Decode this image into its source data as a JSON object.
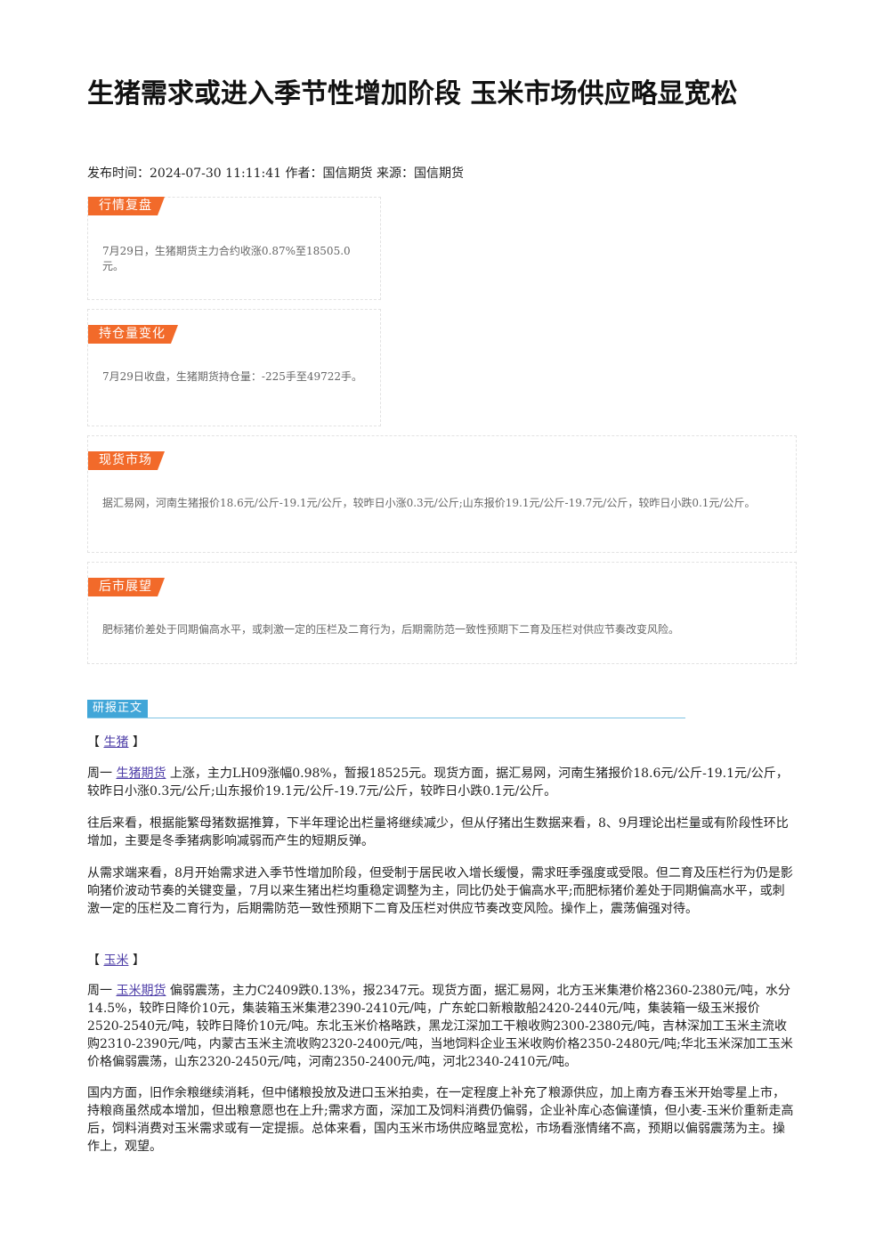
{
  "article": {
    "title": "生猪需求或进入季节性增加阶段 玉米市场供应略显宽松",
    "meta": "发布时间：2024-07-30 11:11:41 作者：国信期货 来源：国信期货"
  },
  "summary_boxes": [
    {
      "tag": "行情复盘",
      "text": "7月29日，生猪期货主力合约收涨0.87%至18505.0元。"
    },
    {
      "tag": "持仓量变化",
      "text": "7月29日收盘，生猪期货持仓量：-225手至49722手。"
    },
    {
      "tag": "现货市场",
      "text": "据汇易网，河南生猪报价18.6元/公斤-19.1元/公斤，较昨日小涨0.3元/公斤;山东报价19.1元/公斤-19.7元/公斤，较昨日小跌0.1元/公斤。"
    },
    {
      "tag": "后市展望",
      "text": "肥标猪价差处于同期偏高水平，或刺激一定的压栏及二育行为，后期需防范一致性预期下二育及压栏对供应节奏改变风险。"
    }
  ],
  "body": {
    "tag": "研报正文",
    "pig": {
      "bracket_open": "【",
      "label": "生猪",
      "bracket_close": "】",
      "p1_prefix": "周一",
      "p1_link": "生猪期货",
      "p1_rest": "上涨，主力LH09涨幅0.98%，暂报18525元。现货方面，据汇易网，河南生猪报价18.6元/公斤-19.1元/公斤，较昨日小涨0.3元/公斤;山东报价19.1元/公斤-19.7元/公斤，较昨日小跌0.1元/公斤。",
      "p2": "往后来看，根据能繁母猪数据推算，下半年理论出栏量将继续减少，但从仔猪出生数据来看，8、9月理论出栏量或有阶段性环比增加，主要是冬季猪病影响减弱而产生的短期反弹。",
      "p3": "从需求端来看，8月开始需求进入季节性增加阶段，但受制于居民收入增长缓慢，需求旺季强度或受限。但二育及压栏行为仍是影响猪价波动节奏的关键变量，7月以来生猪出栏均重稳定调整为主，同比仍处于偏高水平;而肥标猪价差处于同期偏高水平，或刺激一定的压栏及二育行为，后期需防范一致性预期下二育及压栏对供应节奏改变风险。操作上，震荡偏强对待。"
    },
    "corn": {
      "bracket_open": "【",
      "label": "玉米",
      "bracket_close": "】",
      "p1_prefix": "周一",
      "p1_link": "玉米期货",
      "p1_rest": "偏弱震荡，主力C2409跌0.13%，报2347元。现货方面，据汇易网，北方玉米集港价格2360-2380元/吨，水分14.5%，较昨日降价10元，集装箱玉米集港2390-2410元/吨，广东蛇口新粮散船2420-2440元/吨，集装箱一级玉米报价2520-2540元/吨，较昨日降价10元/吨。东北玉米价格略跌，黑龙江深加工干粮收购2300-2380元/吨，吉林深加工玉米主流收购2310-2390元/吨，内蒙古玉米主流收购2320-2400元/吨，当地饲料企业玉米收购价格2350-2480元/吨;华北玉米深加工玉米价格偏弱震荡，山东2320-2450元/吨，河南2350-2400元/吨，河北2340-2410元/吨。",
      "p2": "国内方面，旧作余粮继续消耗，但中储粮投放及进口玉米拍卖，在一定程度上补充了粮源供应，加上南方春玉米开始零星上市，持粮商虽然成本增加，但出粮意愿也在上升;需求方面，深加工及饲料消费仍偏弱，企业补库心态偏谨慎，但小麦-玉米价重新走高后，饲料消费对玉米需求或有一定提振。总体来看，国内玉米市场供应略显宽松，市场看涨情绪不高，预期以偏弱震荡为主。操作上，观望。"
    }
  }
}
